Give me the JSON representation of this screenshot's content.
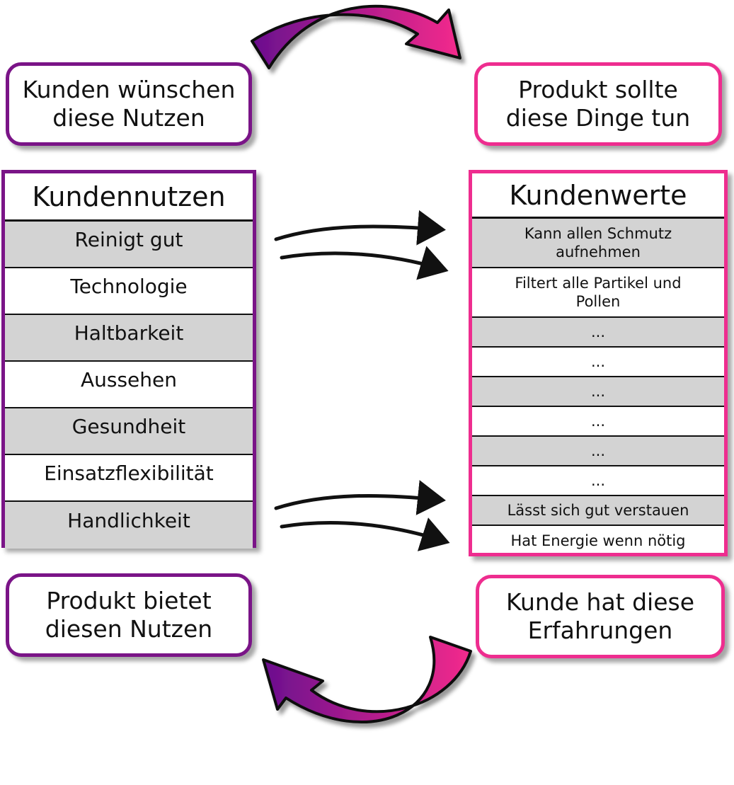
{
  "colors": {
    "purple": "#7a1487",
    "pink": "#ee2d8f",
    "row_gray": "#d3d3d3"
  },
  "bubbles": {
    "top_left": "Kunden wünschen\ndiese Nutzen",
    "top_right": "Produkt sollte\ndiese Dinge tun",
    "bottom_left": "Produkt bietet\ndiesen Nutzen",
    "bottom_right": "Kunde hat diese\nErfahrungen"
  },
  "left_table": {
    "title": "Kundennutzen",
    "rows": [
      "Reinigt gut",
      "Technologie",
      "Haltbarkeit",
      "Aussehen",
      "Gesundheit",
      "Einsatzflexibilität",
      "Handlichkeit"
    ]
  },
  "right_table": {
    "title": "Kundenwerte",
    "rows": [
      "Kann allen Schmutz\naufnehmen",
      "Filtert alle Partikel und\nPollen",
      "...",
      "...",
      "...",
      "...",
      "...",
      "...",
      "Lässt sich gut verstauen",
      "Hat Energie wenn nötig"
    ]
  }
}
